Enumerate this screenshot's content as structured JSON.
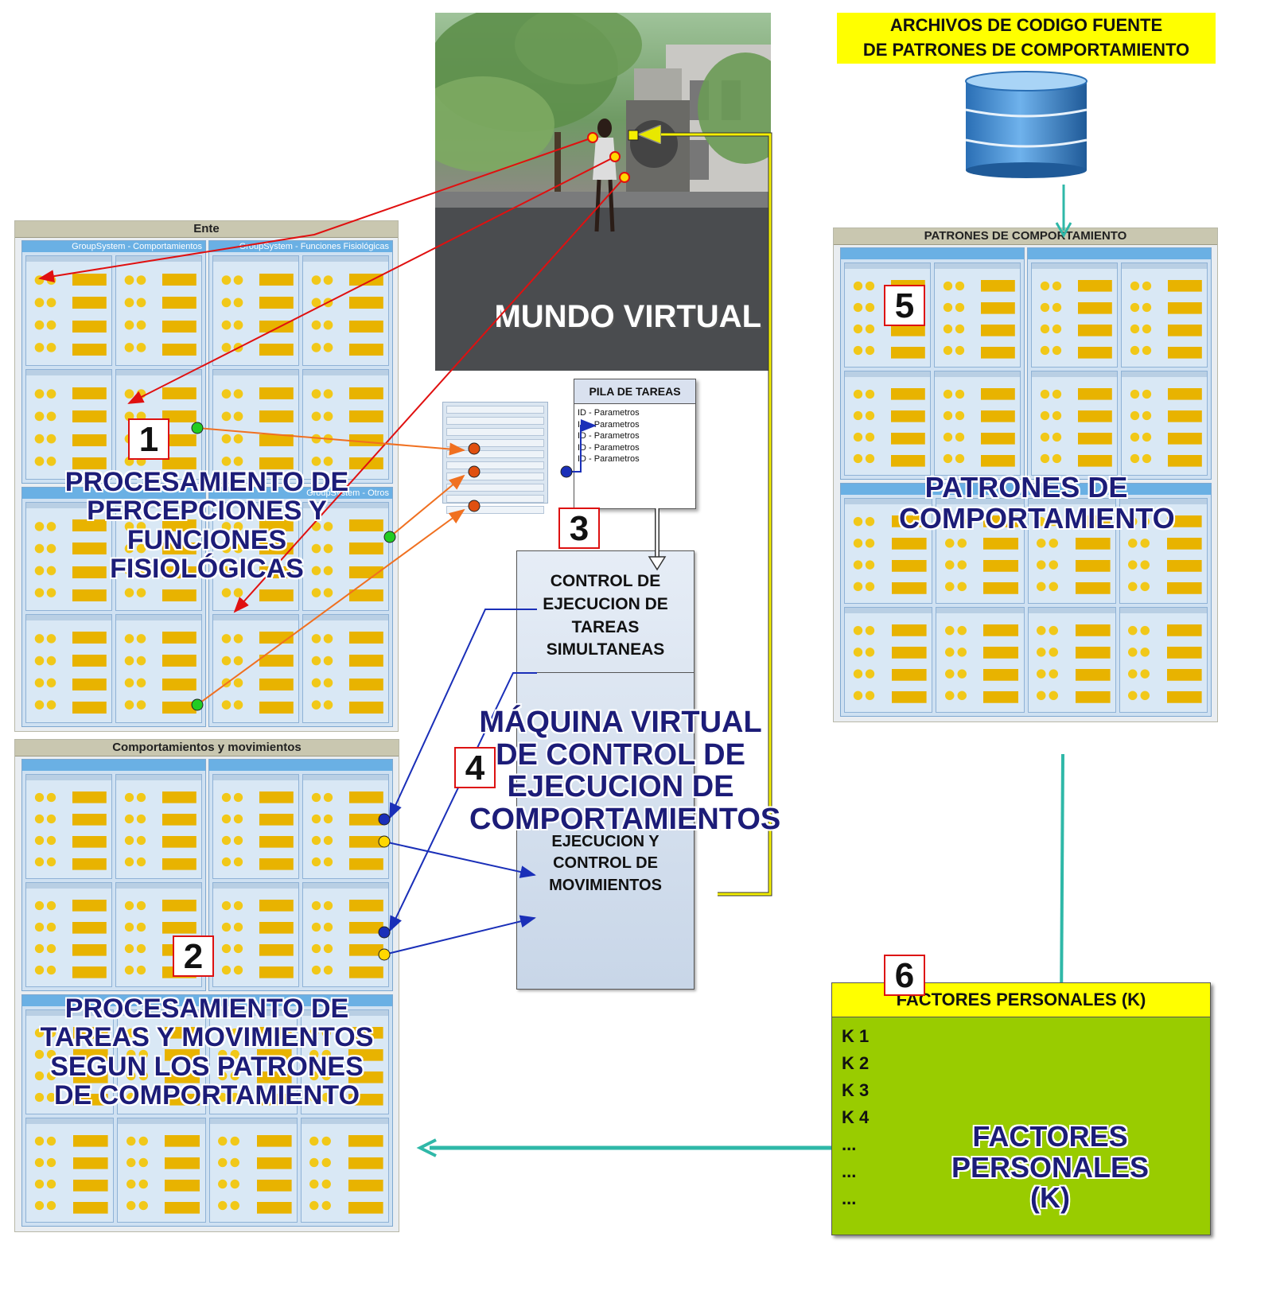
{
  "mundo": {
    "caption": "MUNDO VIRTUAL"
  },
  "archivos": {
    "line1": "ARCHIVOS DE CODIGO FUENTE",
    "line2": "DE PATRONES DE COMPORTAMIENTO"
  },
  "ente": {
    "title": "Ente",
    "groups": [
      "GroupSystem - Comportamientos",
      "GroupSystem - Funciones Fisiológicas",
      "",
      "GroupSystem - Otros"
    ],
    "caption_l1": "PROCESAMIENTO DE",
    "caption_l2": "PERCEPCIONES Y",
    "caption_l3": "FUNCIONES FISIOLÓGICAS",
    "number": "1"
  },
  "comportamientos": {
    "title": "Comportamientos y movimientos",
    "caption_l1": "PROCESAMIENTO DE",
    "caption_l2": "TAREAS Y MOVIMIENTOS",
    "caption_l3": "SEGUN LOS PATRONES",
    "caption_l4": "DE COMPORTAMIENTO",
    "number": "2"
  },
  "pila": {
    "title": "PILA DE TAREAS",
    "items": [
      "ID - Parametros",
      "ID - Parametros",
      "ID - Parametros",
      "ID - Parametros",
      "ID - Parametros"
    ],
    "number": "3"
  },
  "control": {
    "l1": "CONTROL DE",
    "l2": "EJECUCION DE",
    "l3": "TAREAS",
    "l4": "SIMULTANEAS",
    "m1": "EJECUCION Y",
    "m2": "CONTROL DE",
    "m3": "MOVIMIENTOS"
  },
  "maquina": {
    "l1": "MÁQUINA VIRTUAL",
    "l2": "DE CONTROL DE",
    "l3": "EJECUCION DE",
    "l4": "COMPORTAMIENTOS",
    "number": "4"
  },
  "patrones": {
    "title": "PATRONES DE COMPORTAMIENTO",
    "caption_l1": "PATRONES DE",
    "caption_l2": "COMPORTAMIENTO",
    "number": "5"
  },
  "factores": {
    "title": "FACTORES PERSONALES  (K)",
    "items": [
      "K 1",
      "K 2",
      "K 3",
      "K 4",
      "...",
      "...",
      "..."
    ],
    "caption_l1": "FACTORES",
    "caption_l2": "PERSONALES (K)",
    "number": "6"
  }
}
